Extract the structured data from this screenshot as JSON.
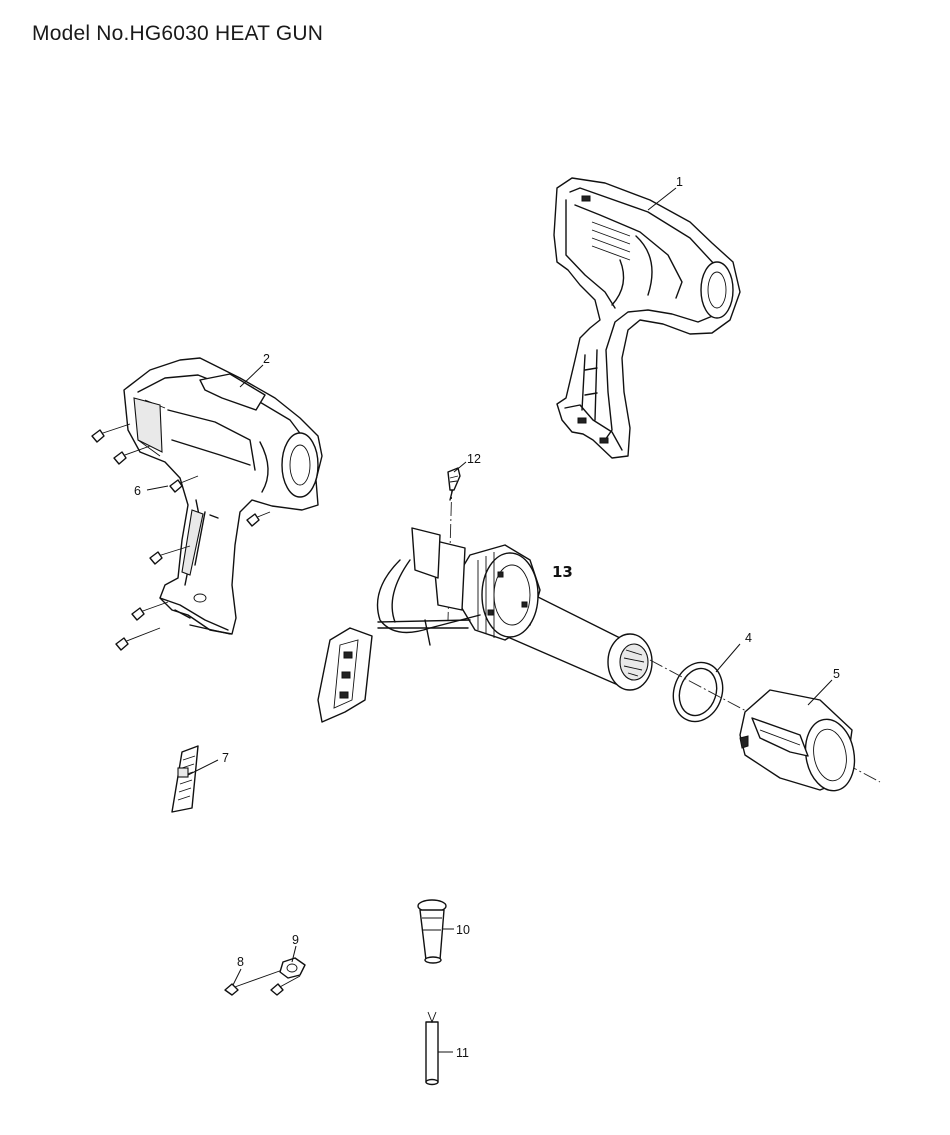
{
  "title": "Model No.HG6030 HEAT GUN",
  "callouts": [
    "1",
    "2",
    "4",
    "5",
    "6",
    "7",
    "8",
    "9",
    "10",
    "11",
    "12",
    "13"
  ]
}
